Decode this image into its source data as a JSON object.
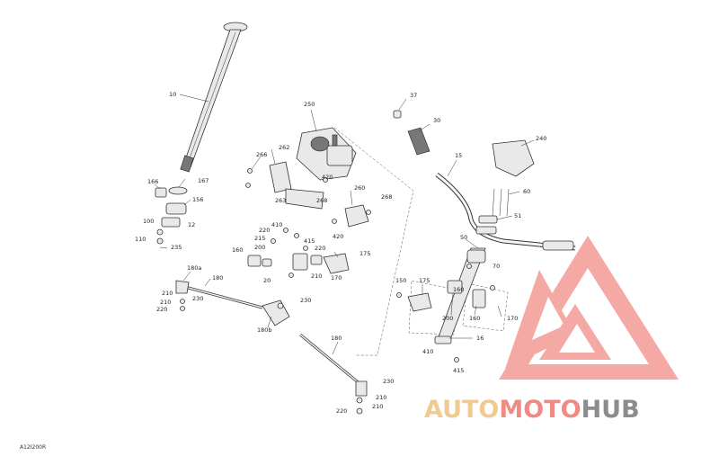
{
  "diagram": {
    "reference_code": "A12I200R",
    "labels": [
      {
        "id": "l10",
        "text": "10"
      },
      {
        "id": "l166",
        "text": "166"
      },
      {
        "id": "l167",
        "text": "167"
      },
      {
        "id": "l156",
        "text": "156"
      },
      {
        "id": "l100",
        "text": "100"
      },
      {
        "id": "l12",
        "text": "12"
      },
      {
        "id": "l110",
        "text": "110"
      },
      {
        "id": "l235",
        "text": "235"
      },
      {
        "id": "l250",
        "text": "250"
      },
      {
        "id": "l262",
        "text": "262"
      },
      {
        "id": "l266",
        "text": "266"
      },
      {
        "id": "l263",
        "text": "263"
      },
      {
        "id": "l420a",
        "text": "420"
      },
      {
        "id": "l268a",
        "text": "268"
      },
      {
        "id": "l260",
        "text": "260"
      },
      {
        "id": "l268b",
        "text": "268"
      },
      {
        "id": "l420b",
        "text": "420"
      },
      {
        "id": "l220a",
        "text": "220"
      },
      {
        "id": "l410a",
        "text": "410"
      },
      {
        "id": "l215",
        "text": "215"
      },
      {
        "id": "l200a",
        "text": "200"
      },
      {
        "id": "l415a",
        "text": "415"
      },
      {
        "id": "l220b",
        "text": "220"
      },
      {
        "id": "l160a",
        "text": "160"
      },
      {
        "id": "l175a",
        "text": "175"
      },
      {
        "id": "l20",
        "text": "20"
      },
      {
        "id": "l210a",
        "text": "210"
      },
      {
        "id": "l170a",
        "text": "170"
      },
      {
        "id": "l180a",
        "text": "180a"
      },
      {
        "id": "l180",
        "text": "180"
      },
      {
        "id": "l210b",
        "text": "210"
      },
      {
        "id": "l230a",
        "text": "230"
      },
      {
        "id": "l210c",
        "text": "210"
      },
      {
        "id": "l220c",
        "text": "220"
      },
      {
        "id": "l230b",
        "text": "230"
      },
      {
        "id": "l180b",
        "text": "180b"
      },
      {
        "id": "l180c",
        "text": "180"
      },
      {
        "id": "l230c",
        "text": "230"
      },
      {
        "id": "l210d",
        "text": "210"
      },
      {
        "id": "l220d",
        "text": "220"
      },
      {
        "id": "l210e",
        "text": "210"
      },
      {
        "id": "l37",
        "text": "37"
      },
      {
        "id": "l30",
        "text": "30"
      },
      {
        "id": "l15",
        "text": "15"
      },
      {
        "id": "l240",
        "text": "240"
      },
      {
        "id": "l60",
        "text": "60"
      },
      {
        "id": "l51",
        "text": "51"
      },
      {
        "id": "l50",
        "text": "50"
      },
      {
        "id": "l70",
        "text": "70"
      },
      {
        "id": "l150",
        "text": "150"
      },
      {
        "id": "l175b",
        "text": "175"
      },
      {
        "id": "l160b",
        "text": "160"
      },
      {
        "id": "l200b",
        "text": "200"
      },
      {
        "id": "l160c",
        "text": "160"
      },
      {
        "id": "l170b",
        "text": "170"
      },
      {
        "id": "l16",
        "text": "16"
      },
      {
        "id": "l410b",
        "text": "410"
      },
      {
        "id": "l415b",
        "text": "415"
      }
    ]
  },
  "watermark": {
    "part1": "AUTO",
    "part2": "MOTO",
    "part3": "HUB",
    "colors": {
      "auto": "#f2c98e",
      "moto": "#f08a84",
      "hub": "#8c8c8c",
      "logo": "#f08a84"
    }
  }
}
